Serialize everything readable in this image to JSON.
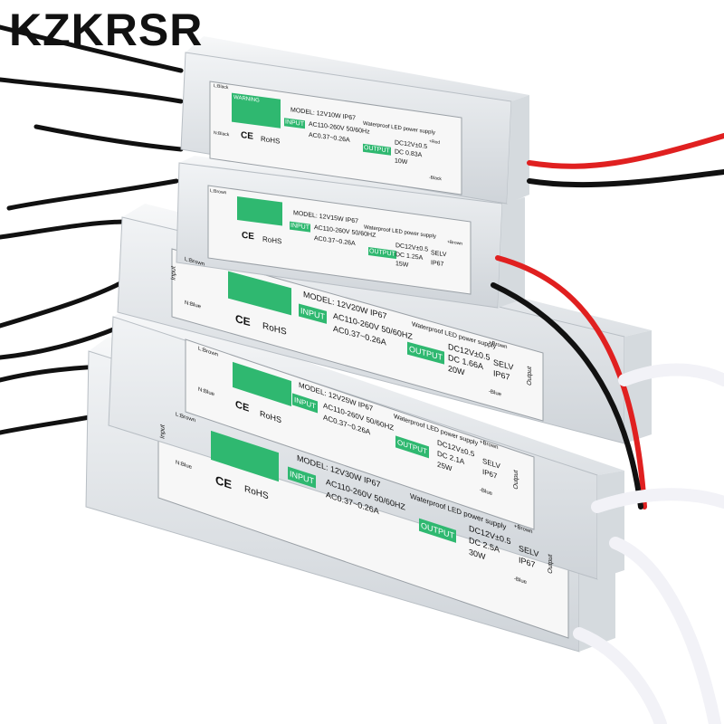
{
  "brand": {
    "name": "KZKRSR"
  },
  "colors": {
    "housing": "#e8ebee",
    "housing_shadow": "#c9ced3",
    "label": "#f6f6f6",
    "green": "#2fb870",
    "wire_red": "#e02020",
    "wire_black": "#111111",
    "wire_white": "#f2f2f7"
  },
  "common": {
    "warning": "WARNING",
    "product": "Waterproof LED power supply",
    "input_tag": "INPUT",
    "output_tag": "OUTPUT",
    "selv": "SELV",
    "ip": "IP67",
    "side_input": "Input",
    "side_output": "Output",
    "l_brown": "L:Brown",
    "n_blue": "N:Blue",
    "l_black": "L:Black",
    "n_black": "N:Black",
    "plus_brown": "+Brown",
    "minus_blue": "-Blue",
    "plus_red": "+Red",
    "minus_black": "-Black",
    "ce": "CE",
    "rohs": "RoHS"
  },
  "units": [
    {
      "model": "MODEL: 12V10W IP67",
      "ac_in": "AC110-260V 50/60Hz",
      "ac_current": "AC0.37~0.26A",
      "dc_volt": "DC12V±0.5",
      "dc_current": "DC 0.83A",
      "watt": "10W"
    },
    {
      "model": "MODEL: 12V15W IP67",
      "ac_in": "AC110-260V 50/60HZ",
      "ac_current": "AC0.37~0.26A",
      "dc_volt": "DC12V±0.5",
      "dc_current": "DC 1.25A",
      "watt": "15W"
    },
    {
      "model": "MODEL: 12V20W IP67",
      "ac_in": "AC110-260V 50/60HZ",
      "ac_current": "AC0.37~0.26A",
      "dc_volt": "DC12V±0.5",
      "dc_current": "DC 1.66A",
      "watt": "20W"
    },
    {
      "model": "MODEL: 12V25W IP67",
      "ac_in": "AC110-260V 50/60HZ",
      "ac_current": "AC0.37~0.26A",
      "dc_volt": "DC12V±0.5",
      "dc_current": "DC 2.1A",
      "watt": "25W"
    },
    {
      "model": "MODEL: 12V30W IP67",
      "ac_in": "AC110-260V 50/60HZ",
      "ac_current": "AC0.37~0.26A",
      "dc_volt": "DC12V±0.5",
      "dc_current": "DC 2.5A",
      "watt": "30W"
    }
  ]
}
